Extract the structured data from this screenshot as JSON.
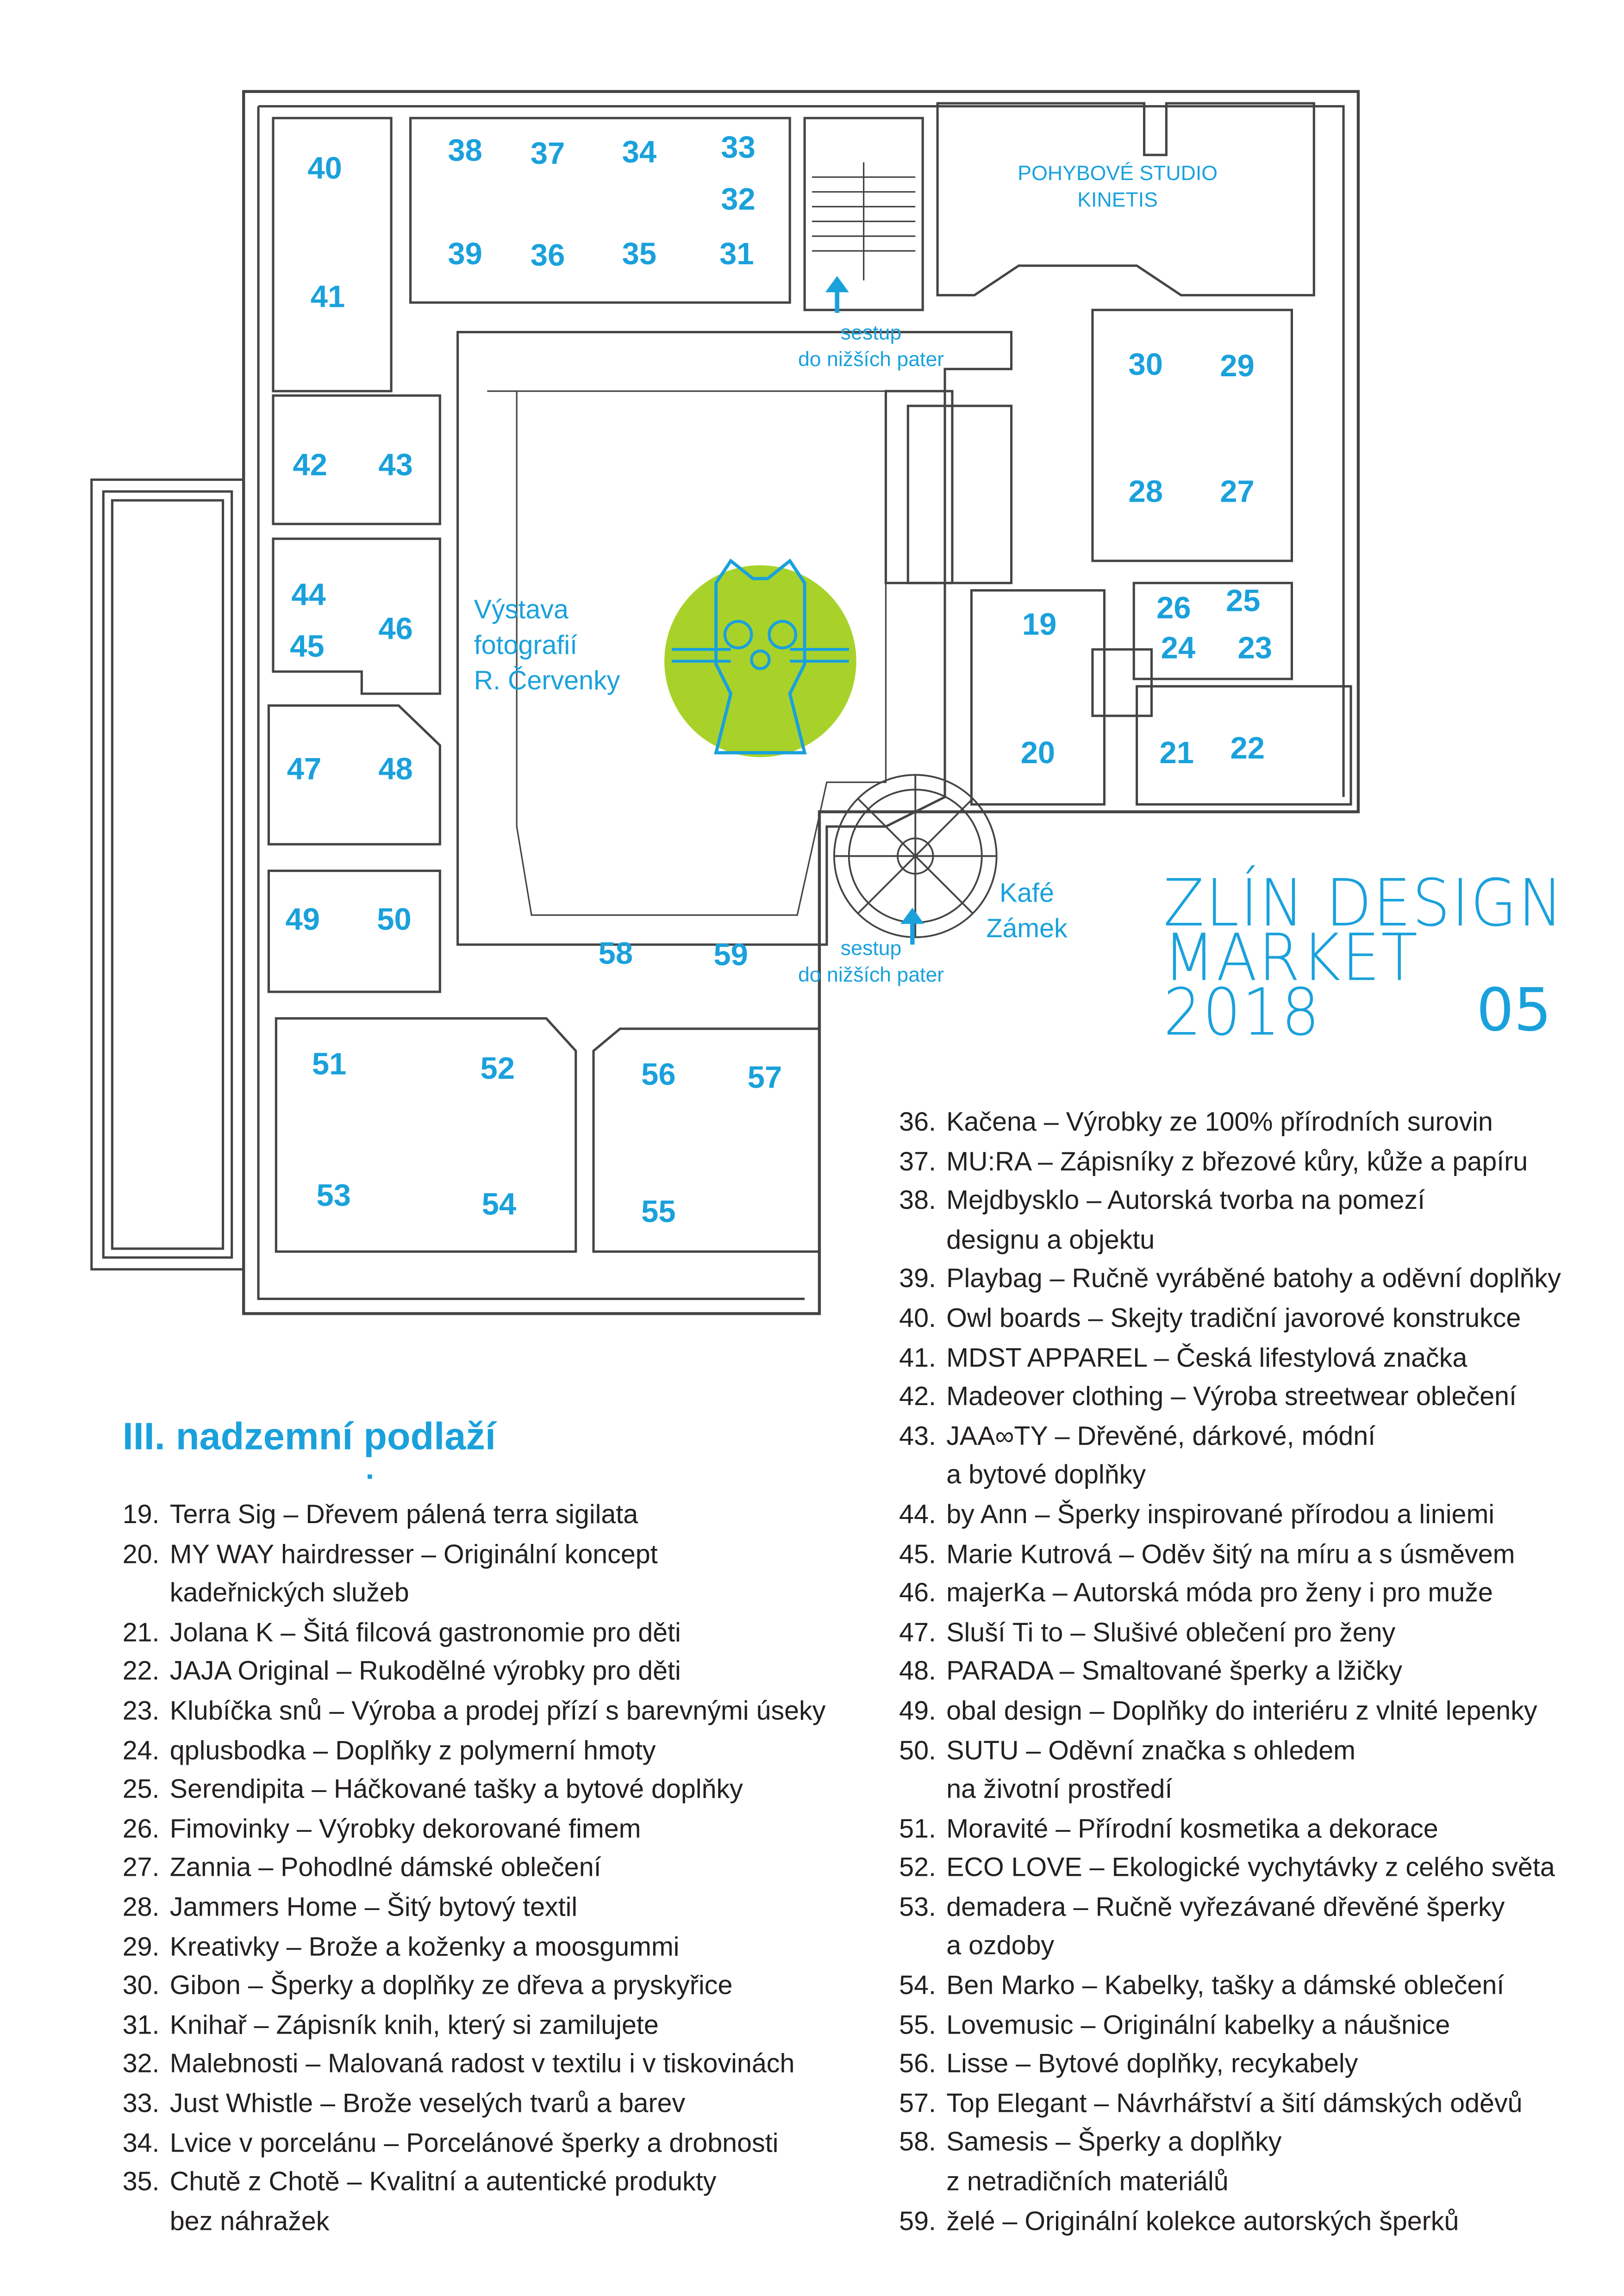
{
  "plan": {
    "rooms": [
      "40",
      "41",
      "38",
      "37",
      "34",
      "33",
      "32",
      "39",
      "36",
      "35",
      "31",
      "30",
      "29",
      "28",
      "27",
      "42",
      "43",
      "44",
      "45",
      "46",
      "47",
      "48",
      "49",
      "50",
      "19",
      "26",
      "25",
      "24",
      "23",
      "20",
      "21",
      "22",
      "58",
      "59",
      "51",
      "52",
      "53",
      "54",
      "56",
      "57",
      "55"
    ],
    "studio": "POHYBOVÉ STUDIO\nKINETIS",
    "stairs_top": "sestup\ndo nižších pater",
    "stairs_bottom": "sestup\ndo nižších pater",
    "exhibition": "Výstava\nfotografií\nR. Červenky",
    "cafe": "Kafé\nZámek",
    "colors": {
      "accent": "#1aa1dc",
      "logo": "#a8d22a"
    }
  },
  "brand": {
    "line1": "ZLÍN DESIGN",
    "line2": "MARKET",
    "line3": "2018",
    "edition": "05"
  },
  "heading": "III. nadzemní podlaží",
  "left_list": [
    {
      "num": "19.",
      "text": "Terra Sig – Dřevem pálená terra sigilata"
    },
    {
      "num": "20.",
      "text": "MY WAY hairdresser – Originální koncept",
      "cont": "kadeřnických služeb"
    },
    {
      "num": "21.",
      "text": "Jolana K – Šitá filcová gastronomie pro děti"
    },
    {
      "num": "22.",
      "text": "JAJA Original – Rukodělné výrobky pro děti"
    },
    {
      "num": "23.",
      "text": "Klubíčka snů – Výroba a prodej přízí s barevnými úseky"
    },
    {
      "num": "24.",
      "text": "qplusbodka – Doplňky z polymerní hmoty"
    },
    {
      "num": "25.",
      "text": "Serendipita – Háčkované tašky a bytové doplňky"
    },
    {
      "num": "26.",
      "text": "Fimovinky – Výrobky dekorované fimem"
    },
    {
      "num": "27.",
      "text": "Zannia – Pohodlné dámské oblečení"
    },
    {
      "num": "28.",
      "text": "Jammers Home – Šitý bytový textil"
    },
    {
      "num": "29.",
      "text": "Kreativky – Brože a koženky a moosgummi"
    },
    {
      "num": "30.",
      "text": "Gibon – Šperky a doplňky ze dřeva a pryskyřice"
    },
    {
      "num": "31.",
      "text": "Knihař – Zápisník knih, který si zamilujete"
    },
    {
      "num": "32.",
      "text": "Malebnosti – Malovaná radost v textilu i v tiskovinách"
    },
    {
      "num": "33.",
      "text": "Just Whistle – Brože veselých tvarů a barev"
    },
    {
      "num": "34.",
      "text": "Lvice v porcelánu – Porcelánové šperky a drobnosti"
    },
    {
      "num": "35.",
      "text": "Chutě z Chotě – Kvalitní a autentické produkty",
      "cont": "bez náhražek"
    }
  ],
  "right_list": [
    {
      "num": "36.",
      "text": "Kačena – Výrobky ze 100% přírodních surovin"
    },
    {
      "num": "37.",
      "text": "MU:RA – Zápisníky z březové kůry, kůže a papíru"
    },
    {
      "num": "38.",
      "text": "Mejdbysklo – Autorská tvorba na pomezí",
      "cont": "designu a objektu"
    },
    {
      "num": "39.",
      "text": "Playbag – Ručně vyráběné batohy a oděvní doplňky"
    },
    {
      "num": "40.",
      "text": "Owl boards – Skejty tradiční javorové konstrukce"
    },
    {
      "num": "41.",
      "text": "MDST APPAREL – Česká lifestylová značka"
    },
    {
      "num": "42.",
      "text": "Madeover clothing – Výroba streetwear oblečení"
    },
    {
      "num": "43.",
      "text": "JAA∞TY – Dřevěné, dárkové, módní",
      "cont": "a bytové doplňky"
    },
    {
      "num": "44.",
      "text": "by Ann – Šperky inspirované přírodou a liniemi"
    },
    {
      "num": "45.",
      "text": "Marie Kutrová – Oděv šitý na míru a s úsměvem"
    },
    {
      "num": "46.",
      "text": "majerKa – Autorská móda pro ženy i pro muže"
    },
    {
      "num": "47.",
      "text": "Sluší Ti to – Slušivé oblečení pro ženy"
    },
    {
      "num": "48.",
      "text": "PARADA – Smaltované šperky a lžičky"
    },
    {
      "num": "49.",
      "text": "obal design – Doplňky do interiéru z vlnité lepenky"
    },
    {
      "num": "50.",
      "text": "SUTU – Oděvní značka s ohledem",
      "cont": "na životní prostředí"
    },
    {
      "num": "51.",
      "text": "Moravité – Přírodní kosmetika a dekorace"
    },
    {
      "num": "52.",
      "text": "ECO LOVE – Ekologické vychytávky z celého světa"
    },
    {
      "num": "53.",
      "text": "demadera – Ručně vyřezávané dřevěné šperky",
      "cont": "a ozdoby"
    },
    {
      "num": "54.",
      "text": "Ben Marko – Kabelky, tašky a dámské oblečení"
    },
    {
      "num": "55.",
      "text": "Lovemusic – Originální kabelky a náušnice"
    },
    {
      "num": "56.",
      "text": "Lisse – Bytové doplňky, recykabely"
    },
    {
      "num": "57.",
      "text": "Top Elegant – Návrhářství a šití dámských oděvů"
    },
    {
      "num": "58.",
      "text": "Samesis – Šperky a doplňky",
      "cont": "z netradičních materiálů"
    },
    {
      "num": "59.",
      "text": "želé – Originální kolekce autorských šperků"
    }
  ]
}
